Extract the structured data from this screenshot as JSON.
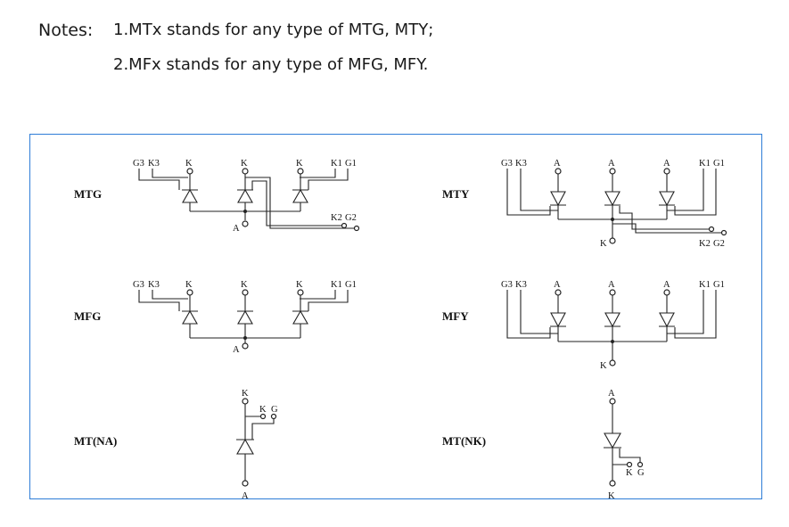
{
  "notes": {
    "label": "Notes:",
    "line1": "1.MTx stands for any type of MTG, MTY;",
    "line2": "2.MFx stands for any type of MFG, MFY."
  },
  "colors": {
    "panel_border": "#2e7dd7",
    "ink": "#222222"
  },
  "diagrams": {
    "mtg": {
      "name": "MTG",
      "terms": {
        "g3": "G3",
        "k3": "K3",
        "k_left": "K",
        "k_mid": "K",
        "k_right": "K",
        "k1": "K1",
        "g1": "G1",
        "a": "A",
        "k2": "K2",
        "g2": "G2"
      }
    },
    "mty": {
      "name": "MTY",
      "terms": {
        "g3": "G3",
        "k3": "K3",
        "a_left": "A",
        "a_mid": "A",
        "a_right": "A",
        "k1": "K1",
        "g1": "G1",
        "k": "K",
        "k2": "K2",
        "g2": "G2"
      }
    },
    "mfg": {
      "name": "MFG",
      "terms": {
        "g3": "G3",
        "k3": "K3",
        "k_left": "K",
        "k_mid": "K",
        "k_right": "K",
        "k1": "K1",
        "g1": "G1",
        "a": "A"
      }
    },
    "mfy": {
      "name": "MFY",
      "terms": {
        "g3": "G3",
        "k3": "K3",
        "a_left": "A",
        "a_mid": "A",
        "a_right": "A",
        "k1": "K1",
        "g1": "G1",
        "k": "K"
      }
    },
    "mtna": {
      "name": "MT(NA)",
      "terms": {
        "k": "K",
        "kg_k": "K",
        "kg_g": "G",
        "a": "A"
      }
    },
    "mtnk": {
      "name": "MT(NK)",
      "terms": {
        "a": "A",
        "kg_k": "K",
        "kg_g": "G",
        "k": "K"
      }
    }
  }
}
